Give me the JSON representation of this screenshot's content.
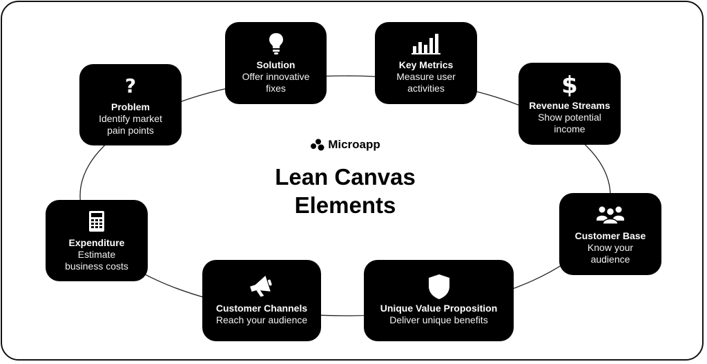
{
  "brand": {
    "name": "Microapp"
  },
  "title": "Lean Canvas Elements",
  "elements": [
    {
      "id": "problem",
      "icon": "question-mark-icon",
      "title": "Problem",
      "desc": "Identify market pain points"
    },
    {
      "id": "solution",
      "icon": "lightbulb-icon",
      "title": "Solution",
      "desc": "Offer innovative fixes"
    },
    {
      "id": "key-metrics",
      "icon": "bar-chart-icon",
      "title": "Key Metrics",
      "desc": "Measure user activities"
    },
    {
      "id": "revenue-streams",
      "icon": "dollar-icon",
      "title": "Revenue Streams",
      "desc": "Show potential income"
    },
    {
      "id": "customer-base",
      "icon": "people-icon",
      "title": "Customer Base",
      "desc": "Know your audience"
    },
    {
      "id": "unique-value-proposition",
      "icon": "shield-icon",
      "title": "Unique Value Proposition",
      "desc": "Deliver unique benefits"
    },
    {
      "id": "customer-channels",
      "icon": "megaphone-icon",
      "title": "Customer Channels",
      "desc": "Reach your audience"
    },
    {
      "id": "expenditure",
      "icon": "calculator-icon",
      "title": "Expenditure",
      "desc": "Estimate business costs"
    }
  ],
  "colors": {
    "card": "#000000",
    "text_on_card": "#ffffff",
    "background": "#ffffff"
  }
}
